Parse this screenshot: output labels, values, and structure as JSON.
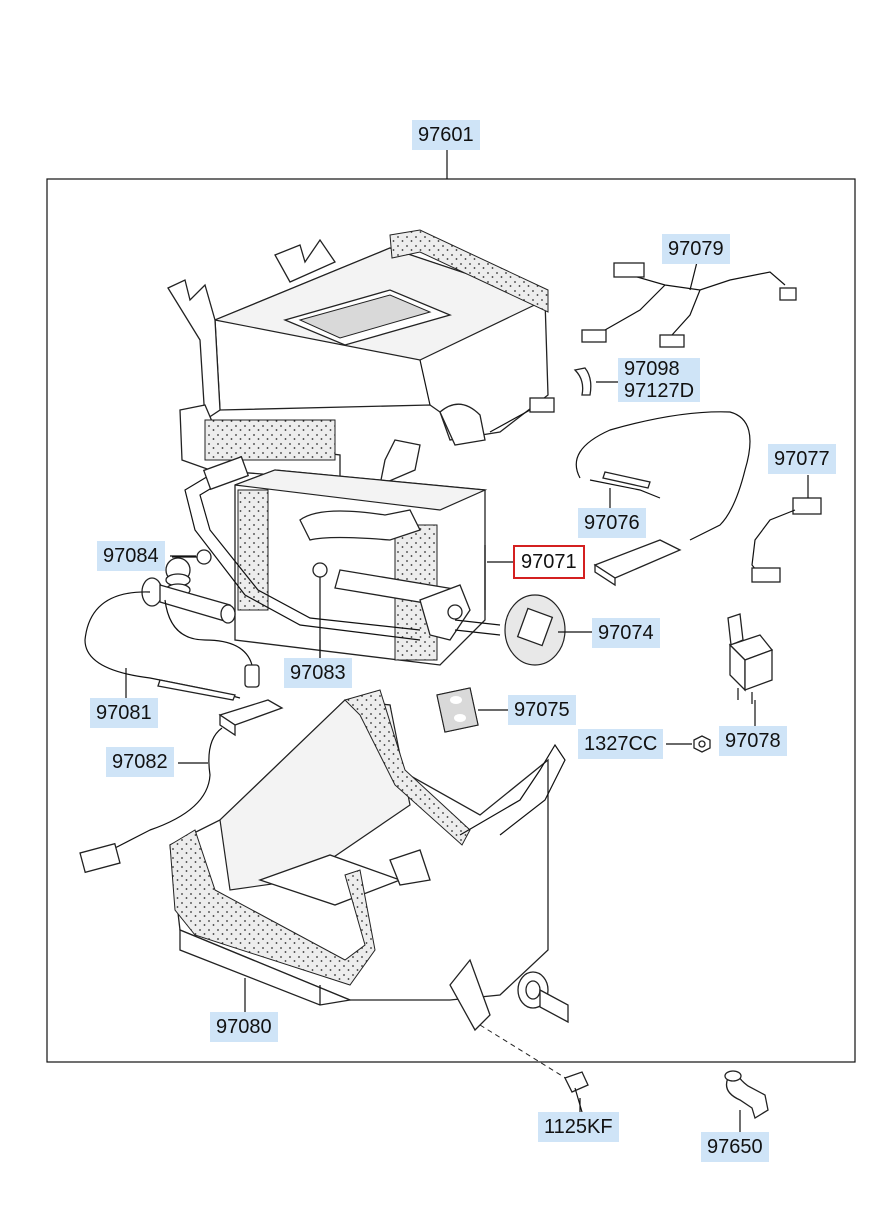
{
  "diagram": {
    "labels": {
      "p97601": "97601",
      "p97079": "97079",
      "p97098": "97098",
      "p97127D": "97127D",
      "p97077": "97077",
      "p97076": "97076",
      "p97084": "97084",
      "p97071": "97071",
      "p97074": "97074",
      "p97083": "97083",
      "p97081": "97081",
      "p97075": "97075",
      "p1327CC": "1327CC",
      "p97078": "97078",
      "p97082": "97082",
      "p97080": "97080",
      "p1125KF": "1125KF",
      "p97650": "97650"
    },
    "selected_part": "97071"
  }
}
